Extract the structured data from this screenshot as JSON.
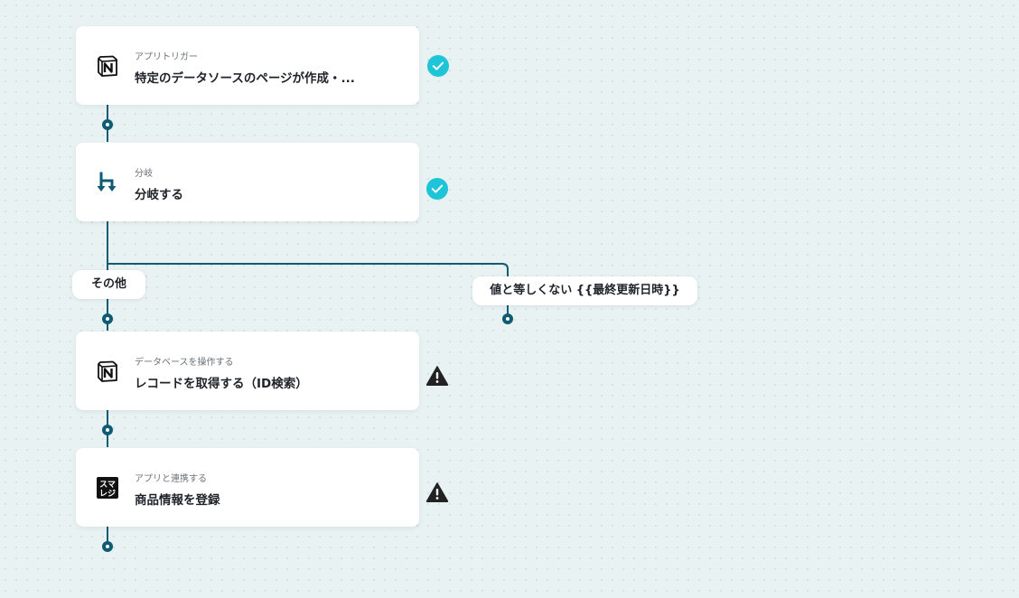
{
  "flow": {
    "steps": [
      {
        "small_label": "アプリトリガー",
        "title": "特定のデータソースのページが作成・...",
        "icon": "notion-icon",
        "status": "complete"
      },
      {
        "small_label": "分岐",
        "title": "分岐する",
        "icon": "branch-icon",
        "status": "complete"
      },
      {
        "small_label": "データベースを操作する",
        "title": "レコードを取得する（ID検索）",
        "icon": "notion-icon",
        "status": "warning"
      },
      {
        "small_label": "アプリと連携する",
        "title": "商品情報を登録",
        "icon": "smaregi-icon",
        "status": "warning"
      }
    ],
    "branches": {
      "other_label": "その他",
      "condition_label": "値と等しくない {{最終更新日時}}"
    },
    "colors": {
      "line": "#0e5b73",
      "check": "#1ec4d8",
      "warning": "#222222",
      "background": "#e9f2f3",
      "card": "#ffffff"
    }
  },
  "icons": {
    "smaregi_text_top": "スマ",
    "smaregi_text_bottom": "レジ"
  }
}
